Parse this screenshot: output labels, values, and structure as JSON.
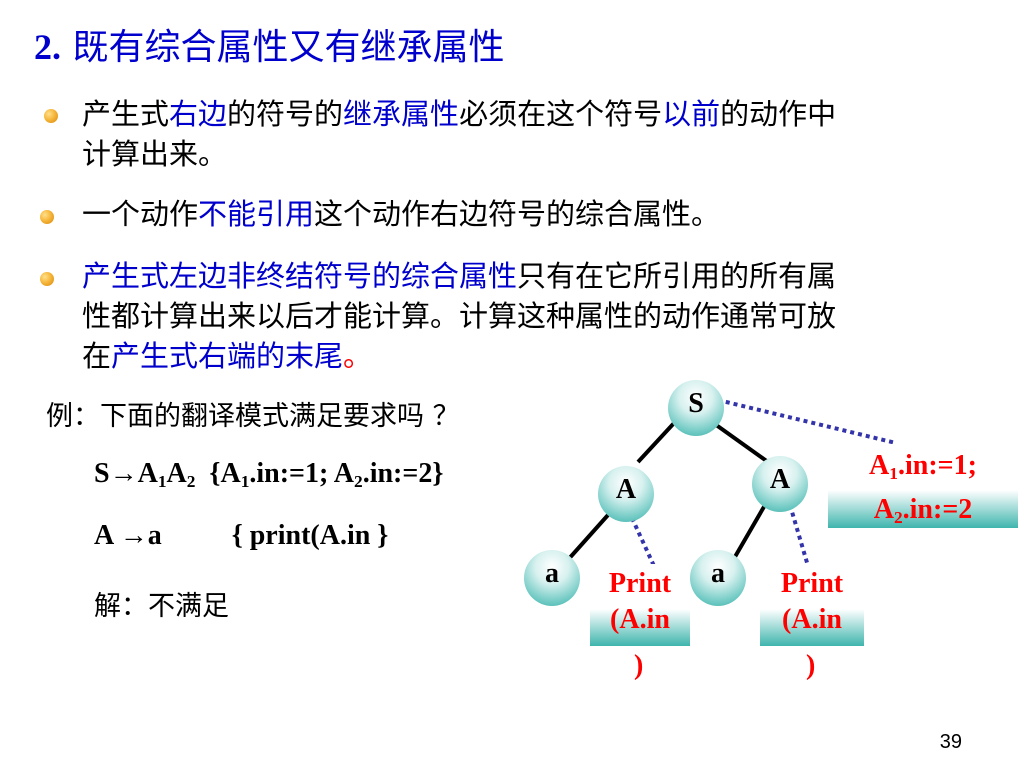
{
  "title": {
    "number": "2.",
    "text": "既有综合属性又有继承属性"
  },
  "bullets": [
    {
      "line1": [
        "产生式",
        "右边",
        "的符号的",
        "继承属性",
        "必须在这个符号",
        "以前",
        "的动作中"
      ],
      "line2": "计算出来。"
    },
    {
      "line1": [
        "一个动作",
        "不能引用",
        "这个动作右边符号的综合属性。"
      ]
    },
    {
      "line1": [
        "产生式左边非终结符号的综合属性",
        "只有在它所引用的所有属"
      ],
      "line2": "性都计算出来以后才能计算。计算这种属性的动作通常可放",
      "line3": [
        "在",
        "产生式右端的末尾",
        "。"
      ]
    }
  ],
  "example": {
    "question": "例：下面的翻译模式满足要求吗 ？",
    "rule1": {
      "lhs": "S",
      "arrow": "→",
      "rhs_a": "A",
      "s1": "1",
      "rhs_b": "A",
      "s2": "2",
      "act_open": "{A",
      "a1": "1",
      "act_mid": ".in:=1; A",
      "a2": "2",
      "act_end": ".in:=2}"
    },
    "rule2": {
      "lhs": "A ",
      "arrow": "→",
      "rhs": "a",
      "action": "{ print(A.in  }"
    },
    "answer": "解：不满足"
  },
  "tree": {
    "root": "S",
    "left": "A",
    "right": "A",
    "leaf1": "a",
    "leaf2": "a",
    "annotation": {
      "l1_a": "A",
      "l1_s": "1",
      "l1_b": ".in:=1;",
      "l2_a": "A",
      "l2_s": "2",
      "l2_b": ".in:=2"
    },
    "print1": [
      "Print",
      "(A.in",
      ")"
    ],
    "print2": [
      "Print",
      "(A.in",
      ")"
    ]
  },
  "page_number": "39",
  "colors": {
    "blue": "#0000cc",
    "red": "#ff0000",
    "teal": "#3fb5ad",
    "bullet": "#f6b73c"
  }
}
